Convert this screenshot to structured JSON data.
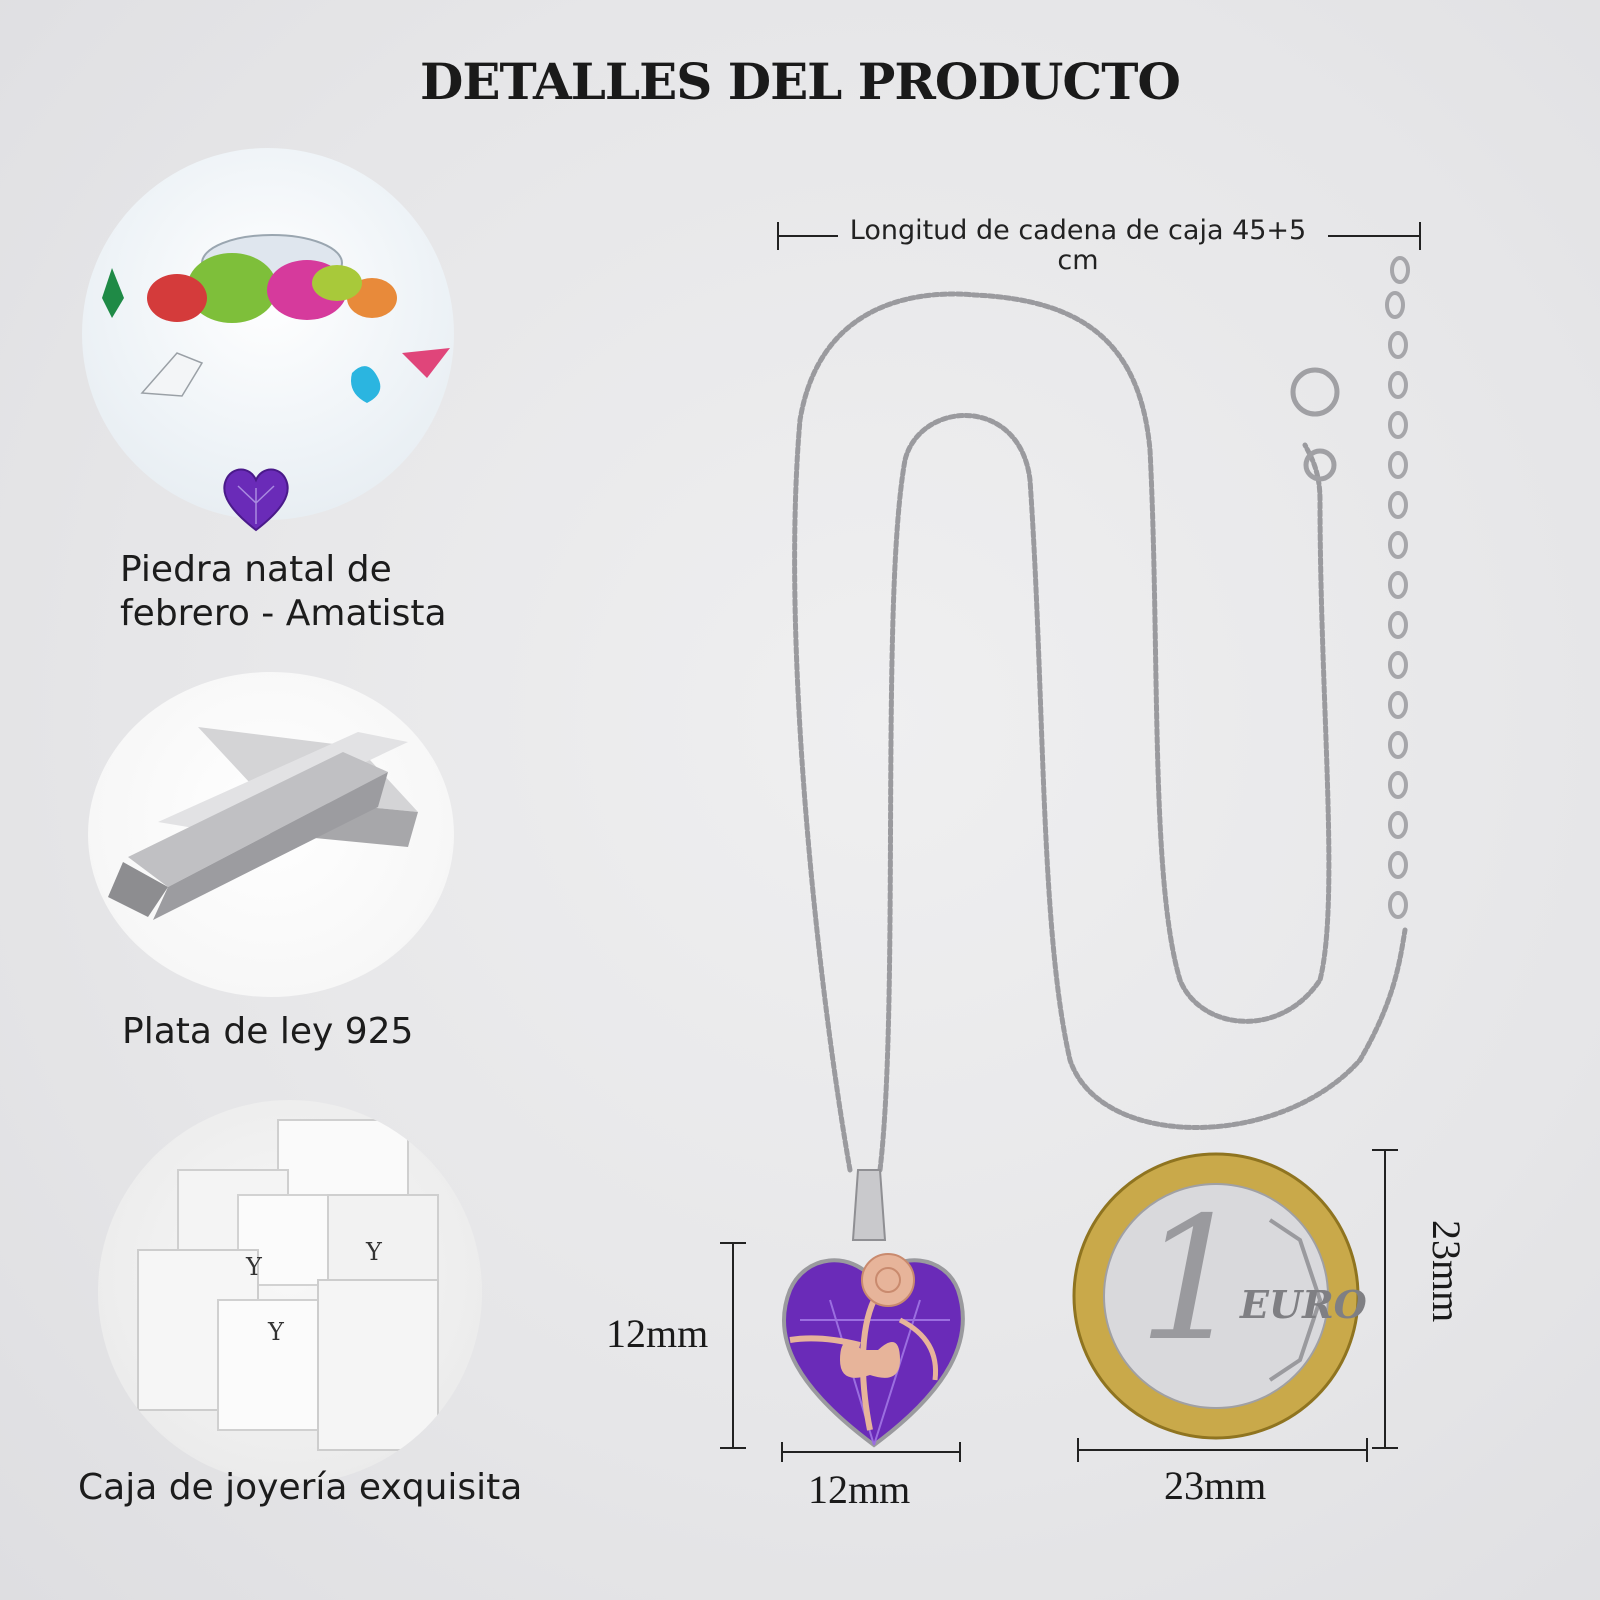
{
  "title": "DETALLES DEL PRODUCTO",
  "features": [
    {
      "label_line1": "Piedra natal de",
      "label_line2": "febrero - Amatista",
      "image": "gemstones"
    },
    {
      "label": "Plata de ley 925",
      "image": "silver-bars"
    },
    {
      "label": "Caja de joyería exquisita",
      "image": "jewelry-boxes"
    }
  ],
  "chain": {
    "label_line1": "Longitud de cadena de caja 45+5",
    "label_line2": "cm"
  },
  "pendant": {
    "height": "12mm",
    "width": "12mm",
    "stone_color": "#6a2bb8"
  },
  "coin": {
    "height": "23mm",
    "width": "23mm",
    "numeral": "1",
    "text": "EURO"
  },
  "colors": {
    "background": "#e6e6e8",
    "amethyst": "#6a2bb8",
    "rose_gold": "#e7b49a",
    "silver": "#c9c9cc",
    "gold": "#c9a94a"
  }
}
